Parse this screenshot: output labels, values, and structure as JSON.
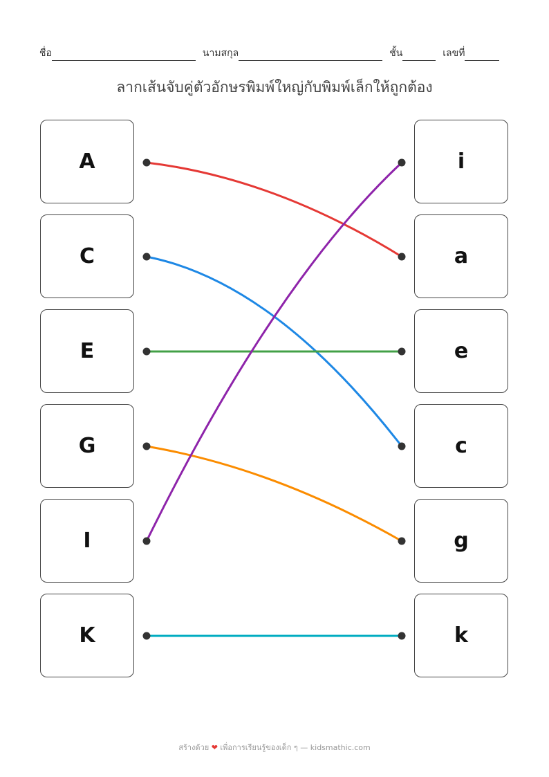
{
  "header": {
    "name_label": "ชื่อ",
    "surname_label": "นามสกุล",
    "class_label": "ชั้น",
    "number_label": "เลขที่"
  },
  "title": "ลากเส้นจับคู่ตัวอักษรพิมพ์ใหญ่กับพิมพ์เล็กให้ถูกต้อง",
  "left": [
    "A",
    "C",
    "E",
    "G",
    "I",
    "K"
  ],
  "right": [
    "i",
    "a",
    "e",
    "c",
    "g",
    "k"
  ],
  "matches": [
    {
      "from": 0,
      "to": 1,
      "color": "#e53935",
      "bend": -46
    },
    {
      "from": 1,
      "to": 3,
      "color": "#1e88e5",
      "bend": -101
    },
    {
      "from": 2,
      "to": 2,
      "color": "#43a047",
      "bend": 0
    },
    {
      "from": 3,
      "to": 4,
      "color": "#fb8c00",
      "bend": -37
    },
    {
      "from": 4,
      "to": 0,
      "color": "#8e24aa",
      "bend": -101
    },
    {
      "from": 5,
      "to": 5,
      "color": "#00acc1",
      "bend": 0
    }
  ],
  "footer": {
    "prefix": "สร้างด้วย",
    "heart": "❤",
    "suffix": "เพื่อการเรียนรู้ของเด็ก ๆ — kidsmathic.com"
  }
}
